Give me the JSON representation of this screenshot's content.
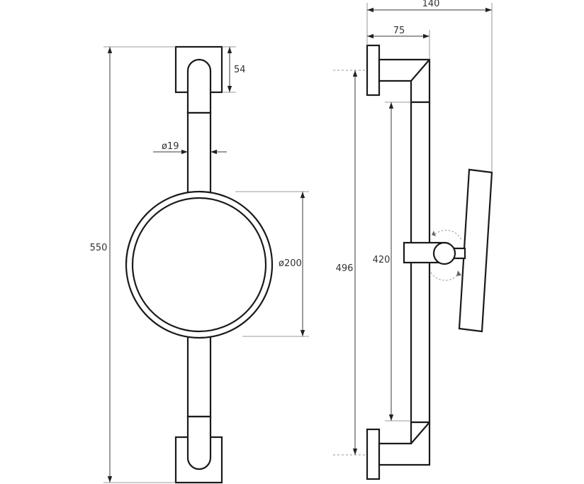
{
  "drawing": {
    "front_view": {
      "overall_height": "550",
      "bracket_height": "54",
      "bar_diameter": "ø19",
      "mirror_diameter": "ø200"
    },
    "side_view": {
      "overall_depth": "140",
      "bracket_depth": "75",
      "mount_spacing": "496",
      "bar_length": "420"
    }
  }
}
